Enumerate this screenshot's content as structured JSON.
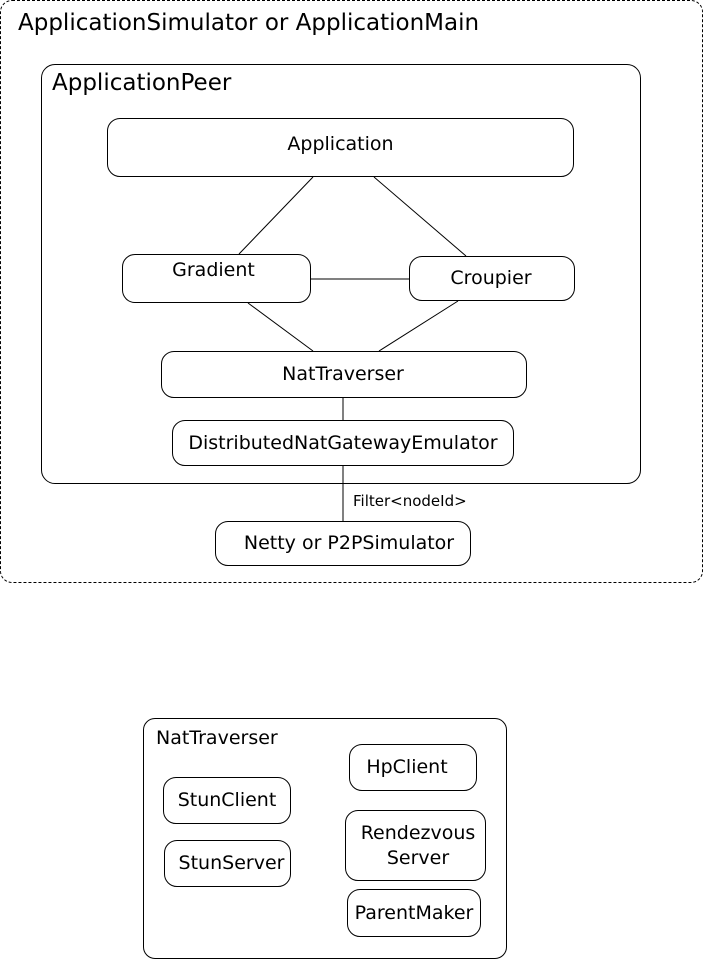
{
  "outer": {
    "title": "ApplicationSimulator or ApplicationMain"
  },
  "peer": {
    "title": "ApplicationPeer"
  },
  "nodes": {
    "application": "Application",
    "gradient": "Gradient",
    "croupier": "Croupier",
    "nattraverser": "NatTraverser",
    "emulator": "DistributedNatGatewayEmulator",
    "netty": "Netty or P2PSimulator"
  },
  "edge_label": "Filter<nodeId>",
  "nat_detail": {
    "title": "NatTraverser",
    "stun_client": "StunClient",
    "stun_server": "StunServer",
    "hp_client": "HpClient",
    "rendezvous_line1": "Rendezvous",
    "rendezvous_line2": "Server",
    "parent_maker": "ParentMaker"
  }
}
